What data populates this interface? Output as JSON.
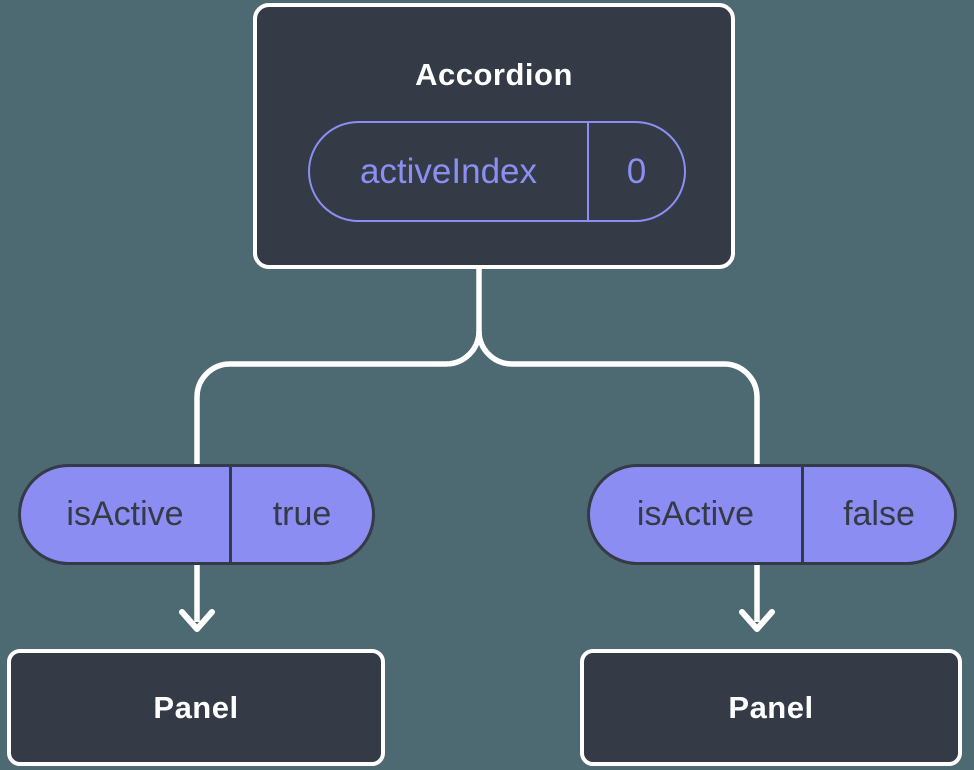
{
  "diagram": {
    "root_node": {
      "title": "Accordion",
      "state_pill": {
        "name": "activeIndex",
        "value": "0"
      }
    },
    "branches": [
      {
        "prop_pill": {
          "name": "isActive",
          "value": "true"
        },
        "child_node": {
          "title": "Panel"
        }
      },
      {
        "prop_pill": {
          "name": "isActive",
          "value": "false"
        },
        "child_node": {
          "title": "Panel"
        }
      }
    ],
    "colors": {
      "background": "#4D6A72",
      "node_fill": "#343A46",
      "node_border": "#FFFFFF",
      "pill_fill": "#8B8DF2",
      "accent_purple": "#8B8FF4",
      "connector": "#FFFFFF"
    }
  }
}
